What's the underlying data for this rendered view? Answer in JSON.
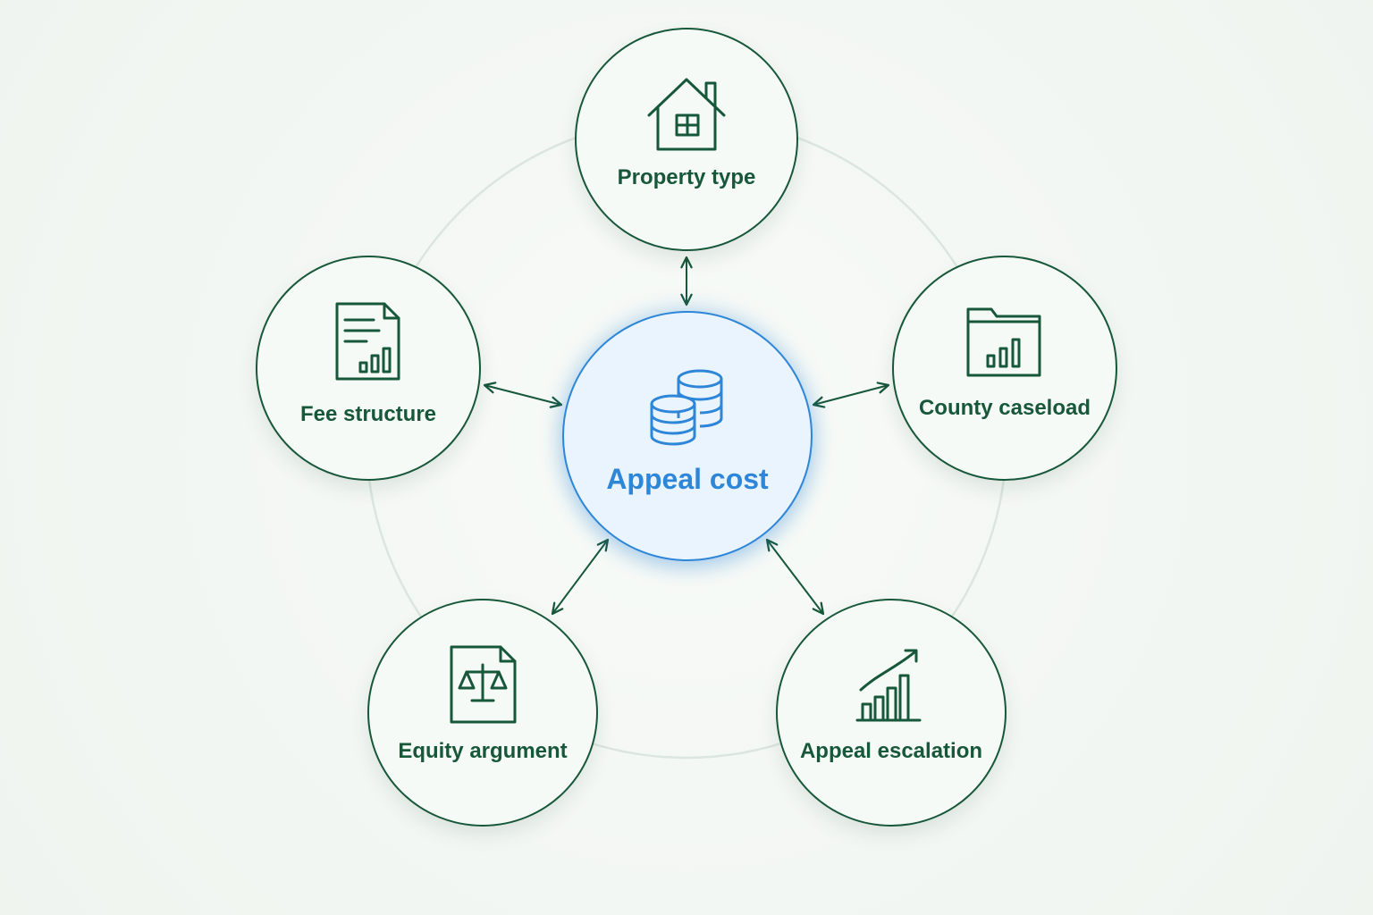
{
  "diagram": {
    "center": {
      "label": "Appeal cost",
      "icon": "coins-stack-icon",
      "color": "#2e86d8"
    },
    "nodes": [
      {
        "id": "top",
        "label": "Property type",
        "icon": "house-icon"
      },
      {
        "id": "left",
        "label": "Fee structure",
        "icon": "document-chart-icon"
      },
      {
        "id": "right",
        "label": "County caseload",
        "icon": "folder-chart-icon"
      },
      {
        "id": "botleft",
        "label": "Equity argument",
        "icon": "document-scales-icon"
      },
      {
        "id": "botright",
        "label": "Appeal escalation",
        "icon": "growth-chart-icon"
      }
    ],
    "node_color": "#17573a",
    "ring_color": "#dbe6de",
    "edges": [
      {
        "from": "center",
        "to": "top",
        "direction": "both"
      },
      {
        "from": "center",
        "to": "left",
        "direction": "both"
      },
      {
        "from": "center",
        "to": "right",
        "direction": "both"
      },
      {
        "from": "center",
        "to": "botleft",
        "direction": "both"
      },
      {
        "from": "center",
        "to": "botright",
        "direction": "both"
      }
    ]
  }
}
